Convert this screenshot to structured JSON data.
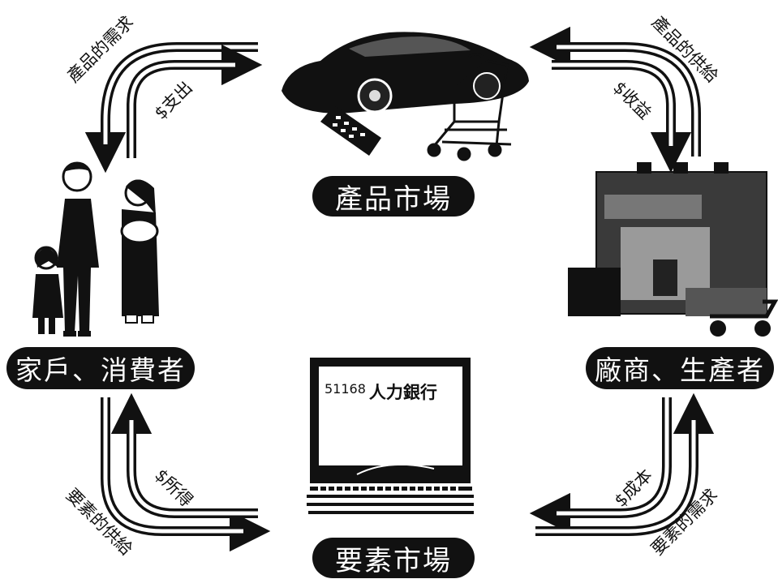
{
  "markets": {
    "product": "產品市場",
    "factor": "要素市場"
  },
  "actors": {
    "household": "家戶、消費者",
    "firm": "廠商、生產者"
  },
  "flows": {
    "product_demand": "產品的需求",
    "spending": "$支出",
    "product_supply": "產品的供給",
    "revenue": "$收益",
    "factor_supply": "要素的供給",
    "income": "$所得",
    "cost": "$成本",
    "factor_demand": "要素的需求"
  },
  "monitor": {
    "code": "51168",
    "name": "人力銀行"
  }
}
